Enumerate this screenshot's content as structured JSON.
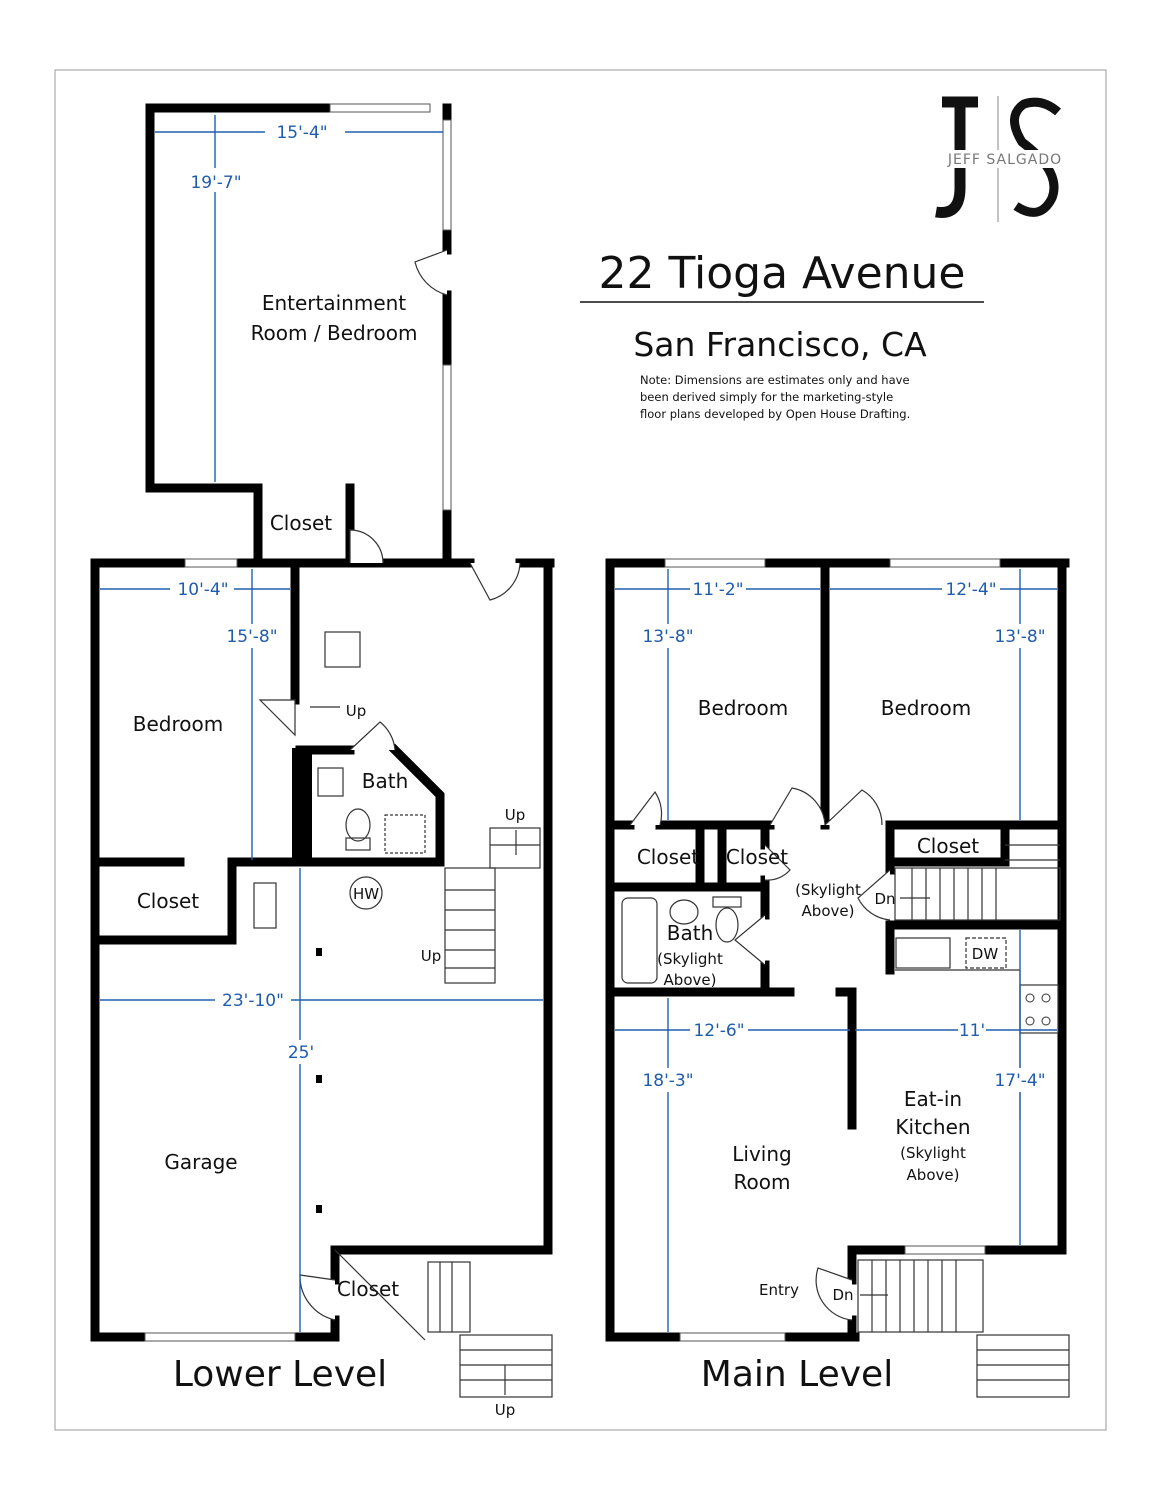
{
  "header": {
    "address": "22 Tioga Avenue",
    "city": "San Francisco, CA",
    "note_lines": [
      "Note: Dimensions are estimates only and have",
      "been derived simply for the marketing-style",
      "floor plans developed by Open House Drafting."
    ]
  },
  "logo": {
    "monogram": "JS",
    "name": "JEFF SALGADO"
  },
  "lower_level": {
    "title": "Lower Level",
    "rooms": {
      "entertainment_1": "Entertainment",
      "entertainment_2": "Room / Bedroom",
      "closet_top": "Closet",
      "bedroom": "Bedroom",
      "bath": "Bath",
      "closet_left": "Closet",
      "water_heater": "HW",
      "garage": "Garage",
      "closet_bottom": "Closet"
    },
    "stairs": {
      "up_1": "Up",
      "up_2": "Up",
      "up_3": "Up",
      "up_4": "Up"
    },
    "dimensions": {
      "ent_width": "15'-4\"",
      "ent_depth": "19'-7\"",
      "bed_width": "10'-4\"",
      "bed_depth": "15'-8\"",
      "garage_width": "23'-10\"",
      "garage_depth": "25'"
    }
  },
  "main_level": {
    "title": "Main Level",
    "rooms": {
      "bedroom_1": "Bedroom",
      "bedroom_2": "Bedroom",
      "closet_1": "Closet",
      "closet_2": "Closet",
      "closet_3": "Closet",
      "hall_sky_1": "(Skylight",
      "hall_sky_2": "Above)",
      "bath": "Bath",
      "bath_sky_1": "(Skylight",
      "bath_sky_2": "Above)",
      "dishwasher": "DW",
      "living_1": "Living",
      "living_2": "Room",
      "kitchen_1": "Eat-in",
      "kitchen_2": "Kitchen",
      "kitchen_sky_1": "(Skylight",
      "kitchen_sky_2": "Above)",
      "entry": "Entry"
    },
    "stairs": {
      "dn_1": "Dn",
      "dn_2": "Dn"
    },
    "dimensions": {
      "bed1_width": "11'-2\"",
      "bed1_depth": "13'-8\"",
      "bed2_width": "12'-4\"",
      "bed2_depth": "13'-8\"",
      "living_width": "12'-6\"",
      "living_depth": "18'-3\"",
      "kitchen_width": "11'",
      "kitchen_depth": "17'-4\""
    }
  },
  "colors": {
    "walls": "#000000",
    "dimensions": "#1f5cab"
  }
}
